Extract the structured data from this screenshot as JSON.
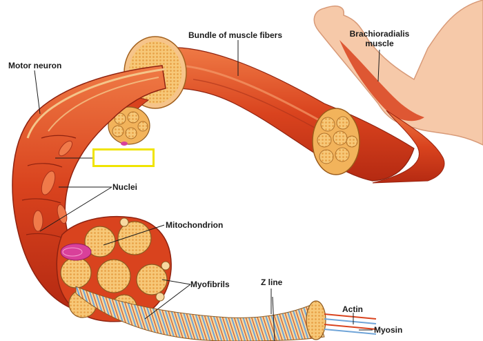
{
  "labels": {
    "motor_neuron": "Motor neuron",
    "bundle": "Bundle of muscle fibers",
    "brachioradialis_line1": "Brachioradialis",
    "brachioradialis_line2": "muscle",
    "nuclei": "Nuclei",
    "mitochondrion": "Mitochondrion",
    "myofibrils": "Myofibrils",
    "z_line": "Z line",
    "actin": "Actin",
    "myosin": "Myosin"
  },
  "answer_box": {
    "text": "",
    "border_color": "#f0e400"
  },
  "colors": {
    "muscle_red": "#d9431e",
    "muscle_light": "#ef7a45",
    "fiber_orange": "#f2b35b",
    "fiber_cream": "#f8dca6",
    "skin": "#f6c9a9",
    "mitochondrion": "#d9409a",
    "myofibril_blue": "#6fa4d8"
  }
}
